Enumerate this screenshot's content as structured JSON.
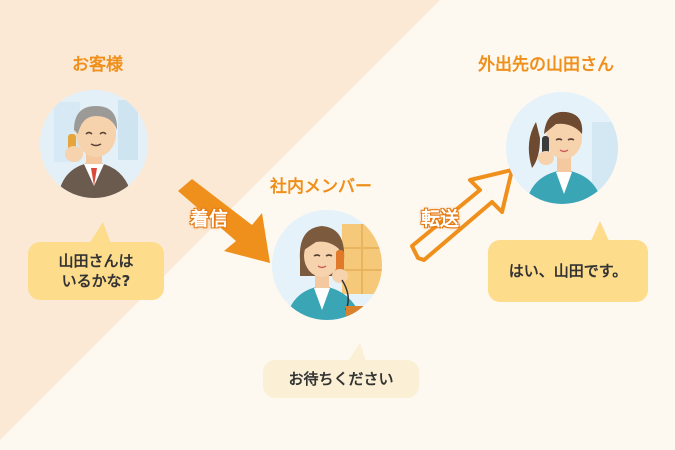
{
  "customer": {
    "title": "お客様",
    "speech": "山田さんは\nいるかな?"
  },
  "member": {
    "title": "社内メンバー",
    "speech": "お待ちください"
  },
  "remote": {
    "title": "外出先の山田さん",
    "speech": "はい、山田です。"
  },
  "arrows": {
    "incoming_label": "着信",
    "transfer_label": "転送"
  },
  "colors": {
    "accent": "#f0901c",
    "bubble": "#fddc8c",
    "background_diagonal": "#fbe9d6"
  }
}
